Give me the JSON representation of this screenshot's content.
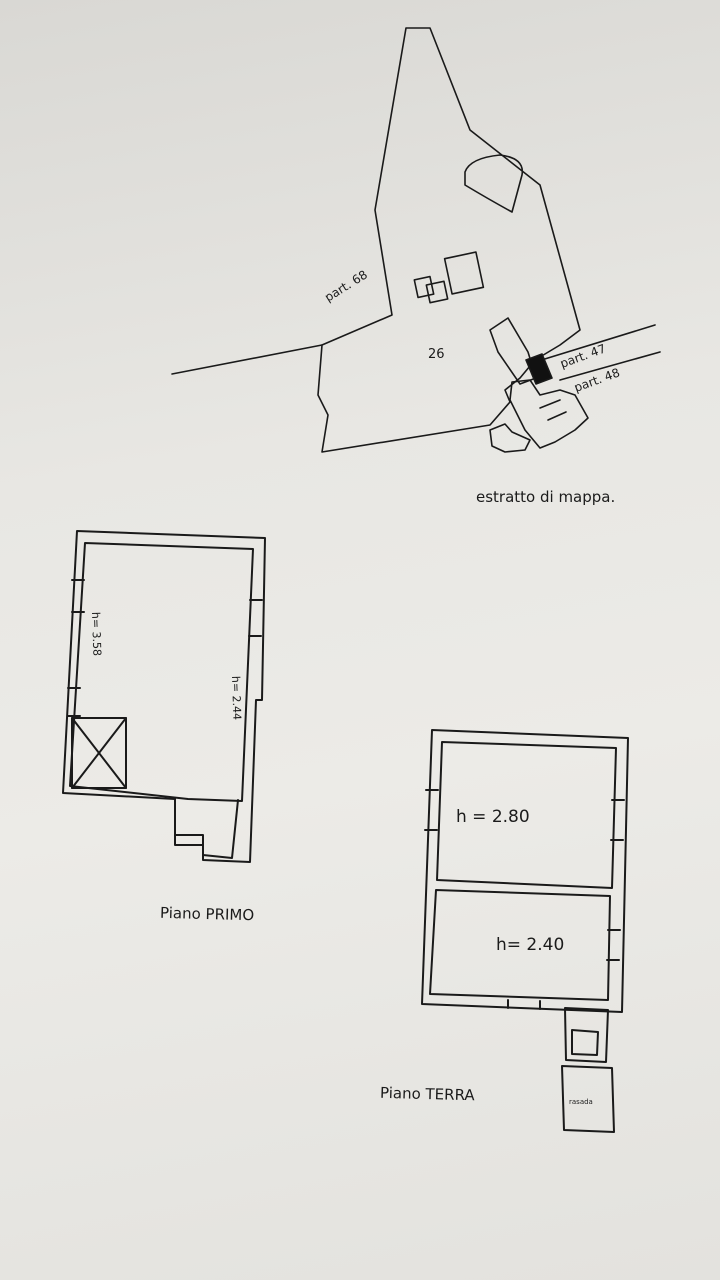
{
  "map": {
    "caption": "estratto di mappa.",
    "parcel_number": "26",
    "label_part68": "part. 68",
    "label_part47": "part. 47",
    "label_part48": "part. 48"
  },
  "first_floor": {
    "caption": "Piano PRIMO",
    "height_left": "h= 3.58",
    "height_right": "h= 2.44"
  },
  "ground_floor": {
    "caption": "Piano TERRA",
    "height_upper": "h = 2.80",
    "height_lower": "h= 2.40",
    "small_room_label": "rasada"
  }
}
